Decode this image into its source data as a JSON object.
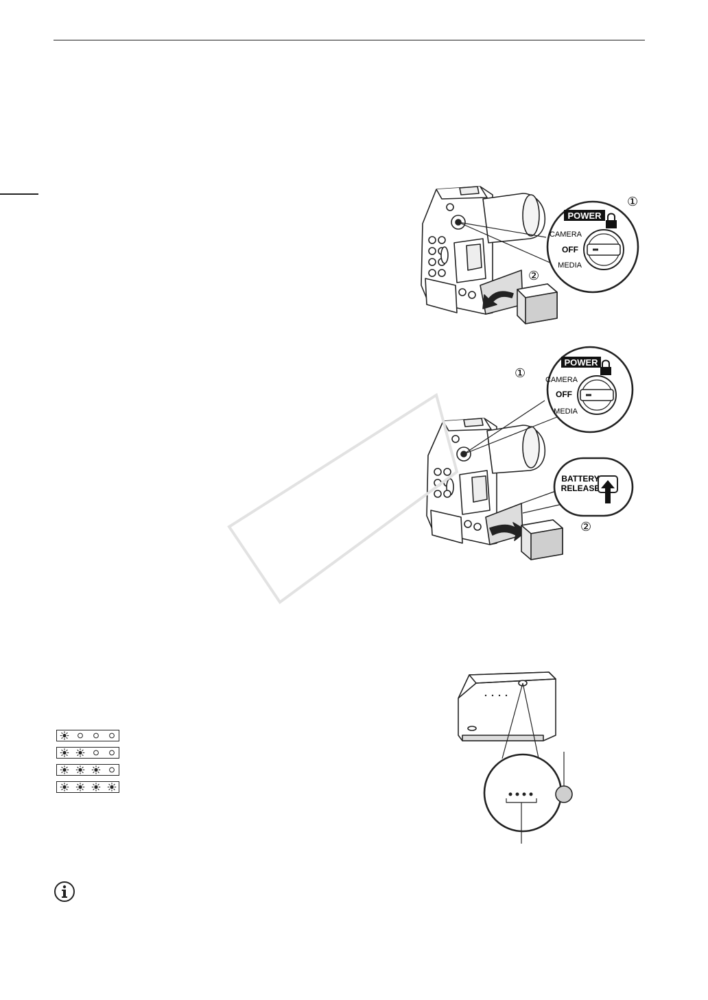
{
  "figure_attach": {
    "step_1": "①",
    "step_2": "②",
    "power_label": "POWER",
    "positions": [
      "CAMERA",
      "OFF",
      "MEDIA"
    ]
  },
  "figure_detach": {
    "step_1": "①",
    "step_2": "②",
    "power_label": "POWER",
    "positions": [
      "CAMERA",
      "OFF",
      "MEDIA"
    ],
    "release_label_line1": "BATTERY",
    "release_label_line2": "RELEASE"
  },
  "charge_indicator": {
    "lit_counts": [
      1,
      2,
      3,
      4
    ],
    "total_leds": 4
  },
  "icons": {
    "note": "info-icon"
  }
}
